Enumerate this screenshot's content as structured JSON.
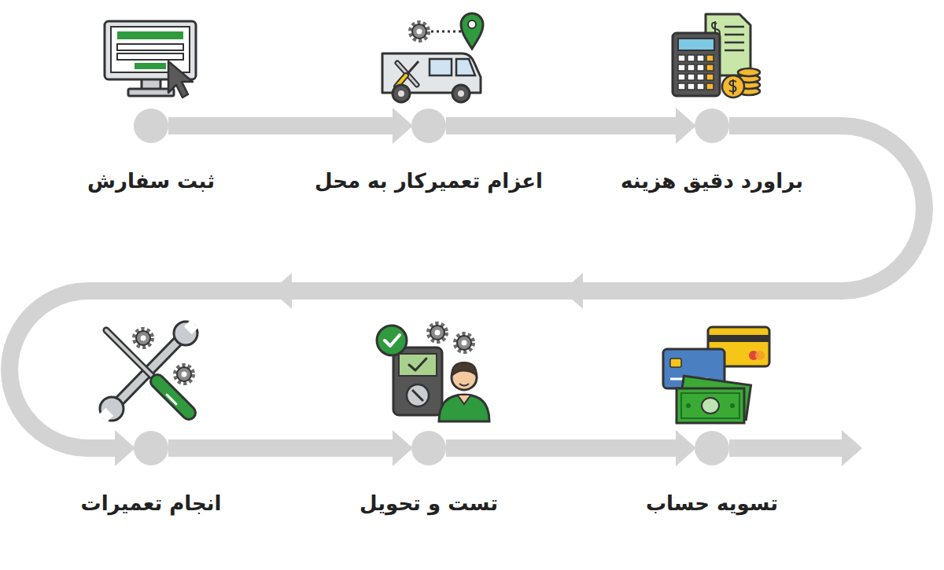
{
  "diagram": {
    "nodes": [
      {
        "text": [
          "ثبت سفارش"
        ]
      },
      {
        "text": [
          "اعزام تعمیرکار به محل"
        ]
      },
      {
        "text": [
          "براورد دقیق هزینه"
        ]
      },
      {
        "text": [
          "انجام تعمیرات"
        ]
      },
      {
        "text": [
          "تست و تحویل"
        ]
      },
      {
        "text": [
          "تسویه حساب"
        ]
      }
    ],
    "edges": [
      {
        "from": 0,
        "to": 1,
        "arrow": "to"
      },
      {
        "from": 1,
        "to": 2,
        "arrow": "to"
      },
      {
        "from": 2,
        "to": 3,
        "arrow": "to"
      },
      {
        "from": 3,
        "to": 4,
        "arrow": "to"
      },
      {
        "from": 4,
        "to": 5,
        "arrow": "to"
      }
    ]
  }
}
